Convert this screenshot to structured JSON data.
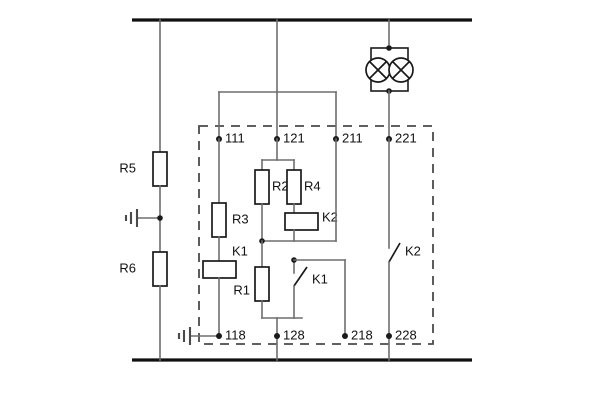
{
  "diagram": {
    "type": "electrical-schematic",
    "title": "",
    "background_color": "#ffffff",
    "wire_color": "#6e6e6e",
    "bus_color": "#111111",
    "dashed_box_color": "#4a4a4a",
    "component_color": "#1a1a1a"
  },
  "terminals": {
    "top_row": [
      {
        "id": "t111",
        "label": "111"
      },
      {
        "id": "t121",
        "label": "121"
      },
      {
        "id": "t211",
        "label": "211"
      },
      {
        "id": "t221",
        "label": "221"
      }
    ],
    "bottom_row": [
      {
        "id": "t118",
        "label": "118"
      },
      {
        "id": "t128",
        "label": "128"
      },
      {
        "id": "t218",
        "label": "218"
      },
      {
        "id": "t228",
        "label": "228"
      }
    ]
  },
  "components": {
    "resistors": [
      {
        "id": "R5",
        "label": "R5",
        "orientation": "vertical",
        "location": "left-rail-upper"
      },
      {
        "id": "R6",
        "label": "R6",
        "orientation": "vertical",
        "location": "left-rail-lower"
      },
      {
        "id": "R3",
        "label": "R3",
        "orientation": "vertical",
        "location": "branch-111"
      },
      {
        "id": "R2",
        "label": "R2",
        "orientation": "vertical",
        "location": "branch-121-left"
      },
      {
        "id": "R4",
        "label": "R4",
        "orientation": "vertical",
        "location": "branch-121-right"
      },
      {
        "id": "R1",
        "label": "R1",
        "orientation": "vertical",
        "location": "branch-128"
      }
    ],
    "coils": [
      {
        "id": "K1coil",
        "label": "K1",
        "orientation": "horizontal",
        "location": "branch-111-lower"
      },
      {
        "id": "K2coil",
        "label": "K2",
        "orientation": "horizontal",
        "location": "branch-121-lower"
      }
    ],
    "contacts": [
      {
        "id": "K1contact",
        "label": "K1",
        "type": "normally-open-switch",
        "location": "branch-218"
      },
      {
        "id": "K2contact",
        "label": "K2",
        "type": "normally-open-switch",
        "location": "branch-228"
      }
    ],
    "lamps": [
      {
        "id": "lamp1",
        "label": "",
        "symbol": "crossed-circle"
      },
      {
        "id": "lamp2",
        "label": "",
        "symbol": "crossed-circle"
      }
    ],
    "grounds": [
      {
        "id": "gnd1",
        "symbol": "earth-ground",
        "location": "left-rail-between-R5-R6"
      },
      {
        "id": "gnd2",
        "symbol": "earth-ground",
        "location": "terminal-118"
      }
    ],
    "buses": [
      {
        "id": "top-bus",
        "orientation": "horizontal",
        "location": "top"
      },
      {
        "id": "bottom-bus",
        "orientation": "horizontal",
        "location": "bottom"
      }
    ]
  }
}
